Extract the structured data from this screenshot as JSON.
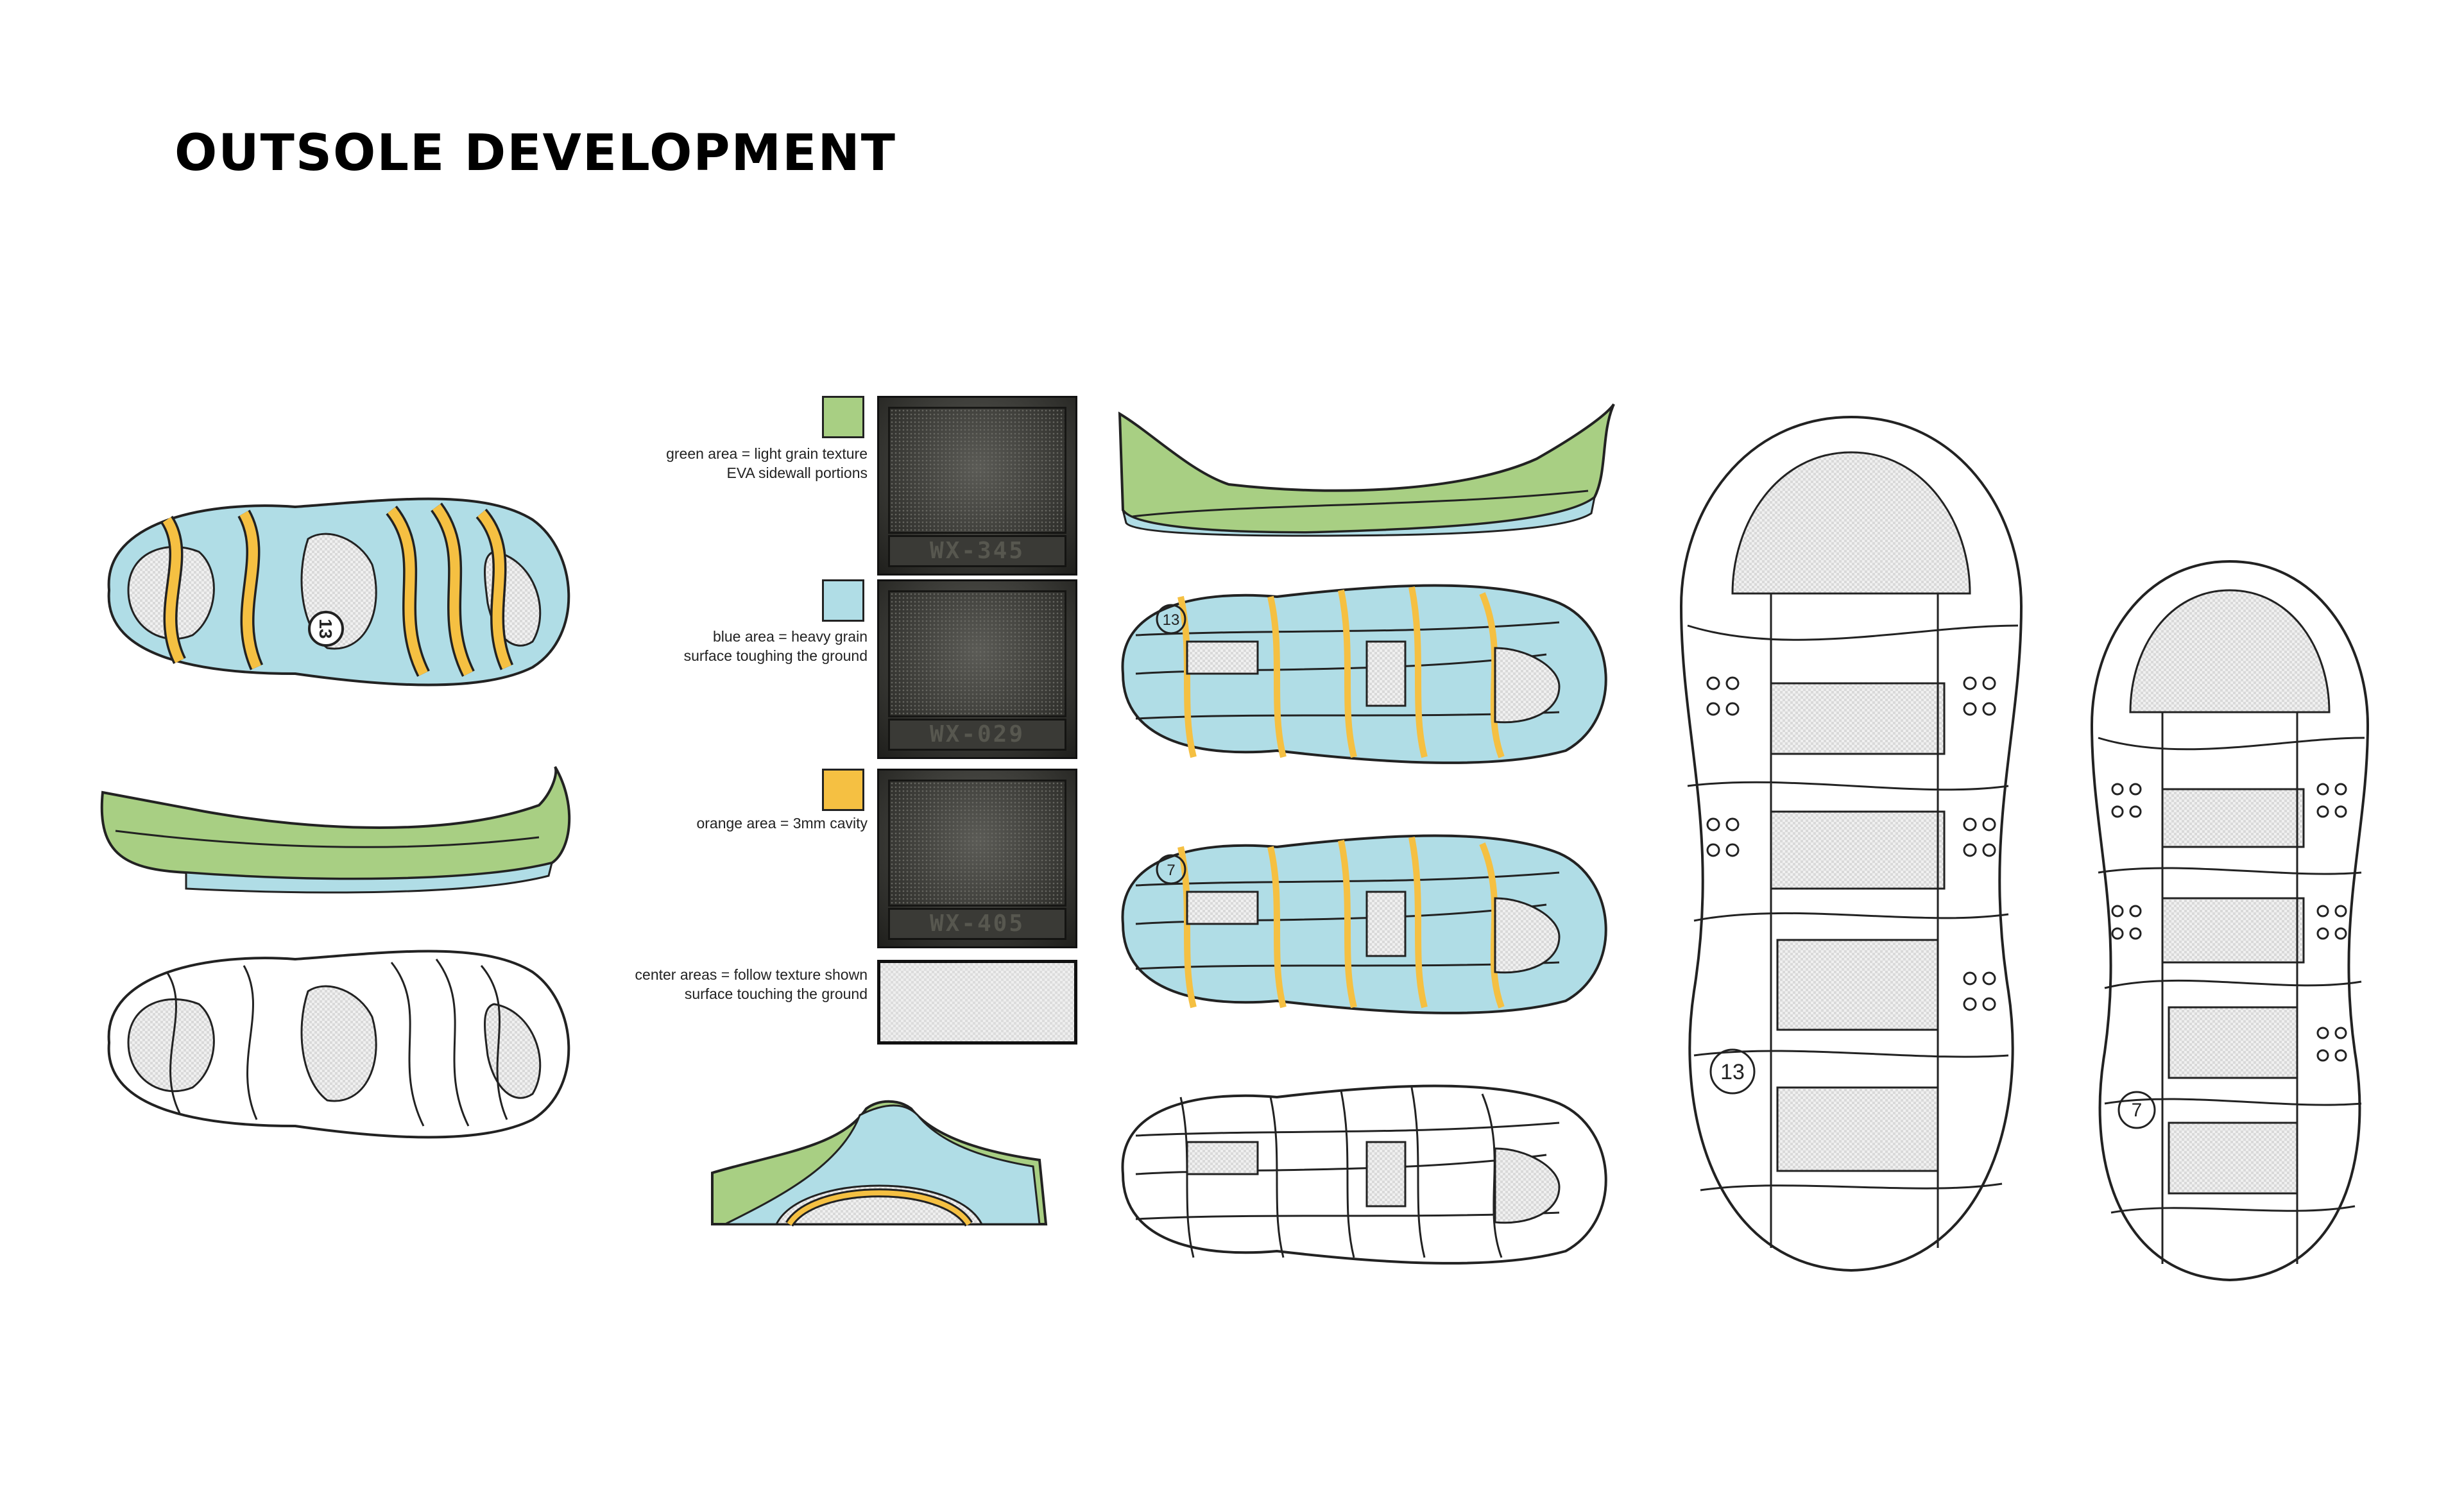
{
  "title": "OUTSOLE DEVELOPMENT",
  "legend": [
    {
      "lines": [
        "green area = light grain texture",
        "EVA sidewall portions"
      ],
      "color": "#a8cf83",
      "texture_code": "WX-345"
    },
    {
      "lines": [
        "blue area = heavy grain",
        "surface toughing the ground"
      ],
      "color": "#b0dde6",
      "texture_code": "WX-029"
    },
    {
      "lines": [
        "orange area = 3mm cavity"
      ],
      "color": "#f5c042",
      "texture_code": "WX-405"
    },
    {
      "lines": [
        "center areas =  follow texture shown",
        "surface touching the ground"
      ],
      "color": "#eeeeee",
      "texture_code": ""
    }
  ],
  "size_marks": {
    "large": "13",
    "small": "7"
  },
  "colors": {
    "green": "#a8cf83",
    "blue": "#b0dde6",
    "orange": "#f5c042",
    "grey": "#e6e6e6",
    "outline": "#222222"
  }
}
